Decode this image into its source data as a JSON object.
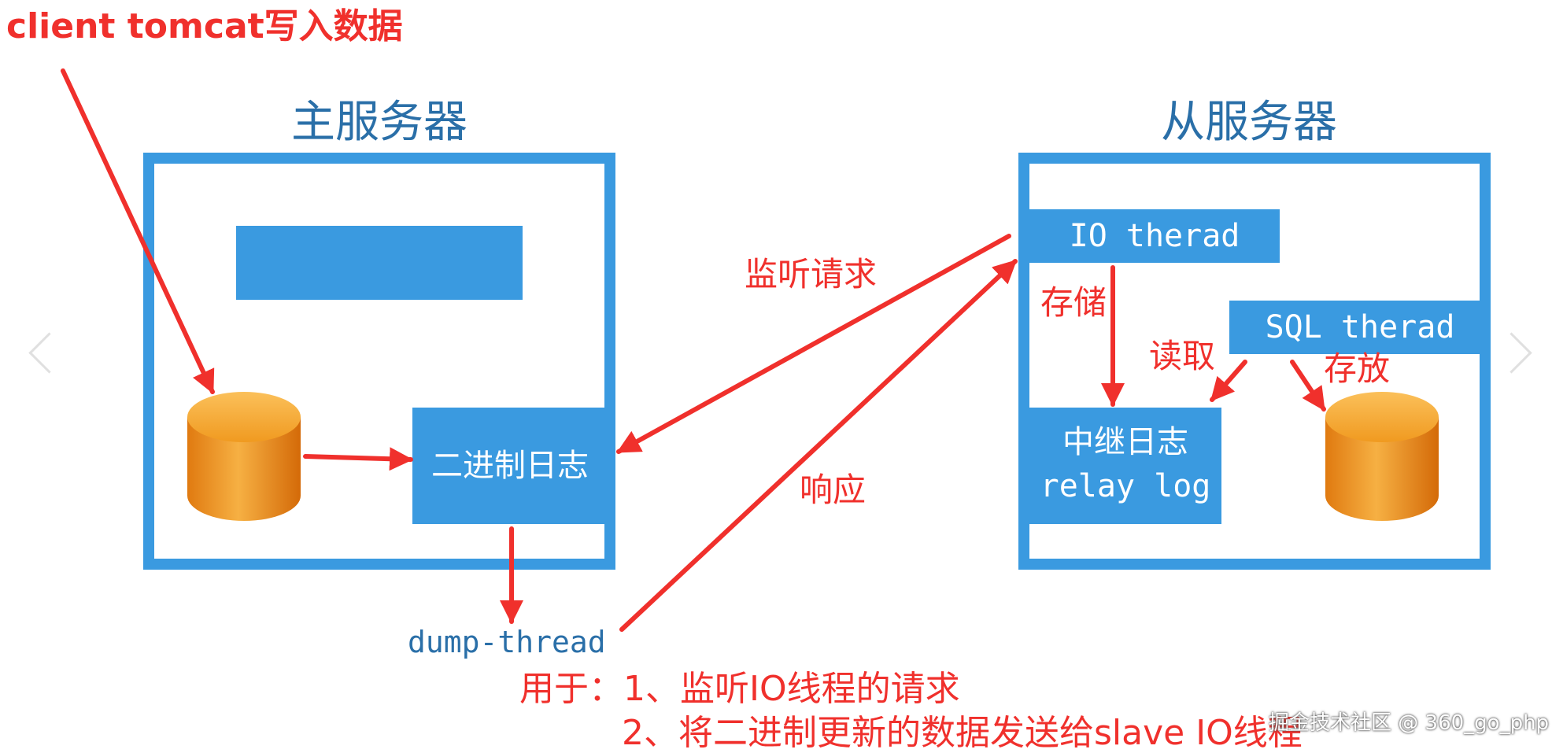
{
  "top_label": "client   tomcat写入数据",
  "master": {
    "title": "主服务器",
    "binlog_label": "二进制日志",
    "dump_thread": "dump-thread"
  },
  "slave": {
    "title": "从服务器",
    "io_thread": "IO therad",
    "sql_thread": "SQL therad",
    "relay_log_cn": "中继日志",
    "relay_log_en": "relay log"
  },
  "annotations": {
    "listen": "监听请求",
    "respond": "响应",
    "store": "存储",
    "read": "读取",
    "save": "存放"
  },
  "notes": {
    "line1": "用于：1、监听IO线程的请求",
    "line2": "2、将二进制更新的数据发送给slave IO线程"
  },
  "watermark": "掘金技术社区 @ 360_go_php",
  "colors": {
    "frame_blue": "#3a9ae0",
    "annotation_red": "#f0302c",
    "cylinder_orange": "#f09a20"
  },
  "icons": {
    "left_nav": "chevron-left-icon",
    "right_nav": "chevron-right-icon"
  }
}
